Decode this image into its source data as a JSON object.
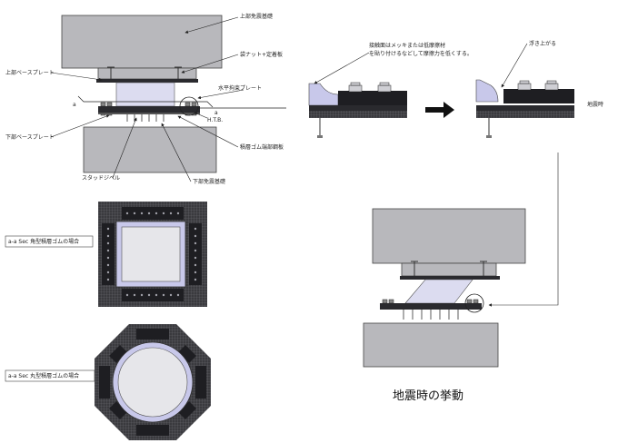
{
  "labels": {
    "upper_foundation": "上部免震基礎",
    "bag_nut_plate": "袋ナット+定着板",
    "upper_base_plate": "上部ベースプレート",
    "horizontal_restraint_plate": "水平拘束プレート",
    "a_left": "a",
    "a_right": "a",
    "htb": "H.T.B.",
    "lower_base_plate": "下部ベースプレート",
    "rubber_end_plate": "積層ゴム端部鋼板",
    "stud_dowel": "スタッドジベル",
    "lower_foundation": "下部免震基礎",
    "contact_note_line1": "接触面はメッキまたは低摩擦材",
    "contact_note_line2": "を貼り付けるなどして摩擦力を低くする。",
    "uplift": "浮き上がる",
    "earthquake_time": "地震時",
    "square_section": "a-a Sec 角型積層ゴムの場合",
    "round_section": "a-a Sec 丸型積層ゴムの場合",
    "behavior_caption": "地震時の挙動"
  },
  "colors": {
    "concrete": "#b8b8bc",
    "dark_steel": "#2a2a2e",
    "rubber": "#dcdcf0",
    "light_blue": "#c8c8ea",
    "line": "#222222"
  }
}
